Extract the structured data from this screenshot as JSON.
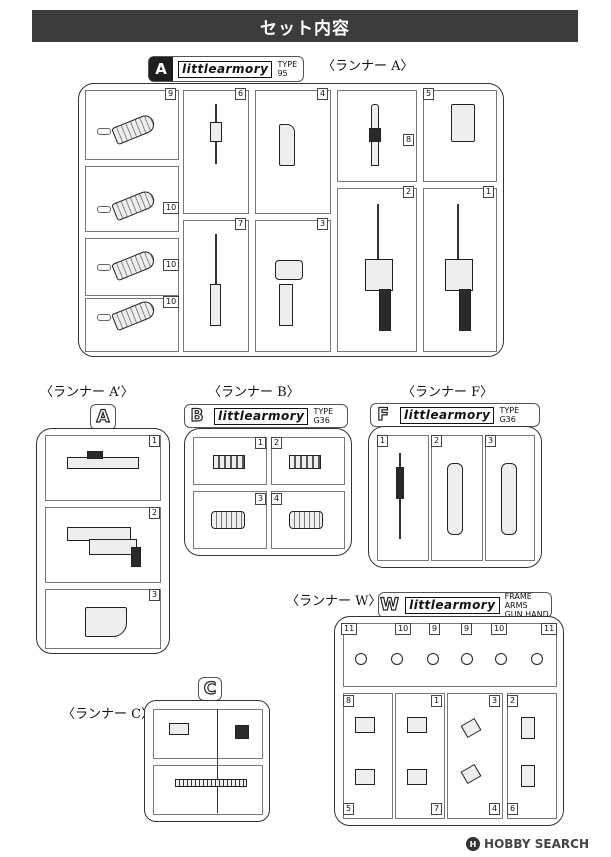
{
  "header": {
    "title": "セット内容"
  },
  "runner_a": {
    "label": "〈ランナー A〉",
    "tab_letter": "A",
    "logo": "littlearmory",
    "type_line1": "TYPE",
    "type_line2": "95",
    "part_numbers": [
      "9",
      "6",
      "4",
      "5",
      "10",
      "8",
      "10",
      "7",
      "3",
      "2",
      "1",
      "10"
    ]
  },
  "runner_a2": {
    "label": "〈ランナー A’〉",
    "tab_letter": "A",
    "part_numbers": [
      "1",
      "2",
      "3"
    ]
  },
  "runner_b": {
    "label": "〈ランナー B〉",
    "tab_letter": "B",
    "logo": "littlearmory",
    "type_line1": "TYPE",
    "type_line2": "G36",
    "part_numbers": [
      "1",
      "2",
      "3",
      "4"
    ]
  },
  "runner_f": {
    "label": "〈ランナー F〉",
    "tab_letter": "F",
    "logo": "littlearmory",
    "type_line1": "TYPE",
    "type_line2": "G36",
    "part_numbers": [
      "1",
      "2",
      "3"
    ]
  },
  "runner_w": {
    "label": "〈ランナー W〉",
    "tab_letter": "W",
    "logo": "littlearmory",
    "type_line1": "FRAME ARMS",
    "type_line2": "GUN HAND",
    "part_numbers": [
      "11",
      "10",
      "9",
      "9",
      "10",
      "11",
      "8",
      "1",
      "3",
      "2",
      "5",
      "7",
      "4",
      "6"
    ]
  },
  "runner_c": {
    "label": "〈ランナー C〉",
    "tab_letter": "C"
  },
  "watermark": {
    "symbol": "H",
    "text": "HOBBY SEARCH"
  }
}
